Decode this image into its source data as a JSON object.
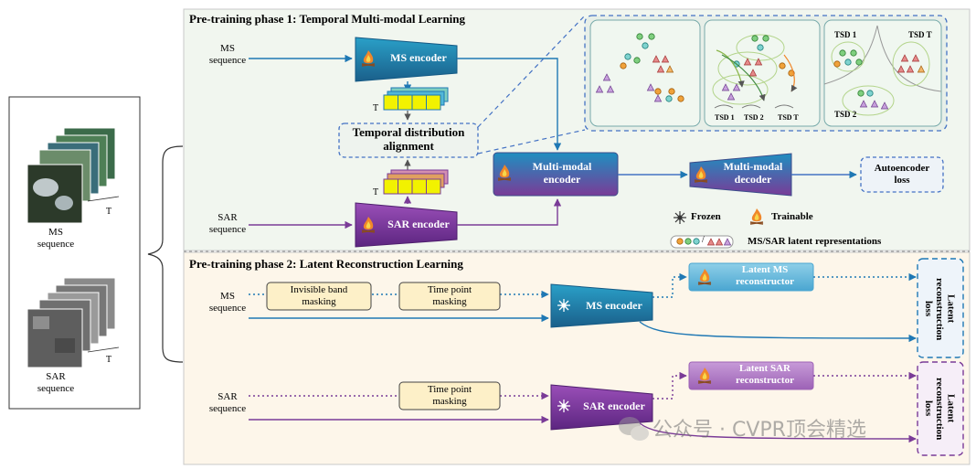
{
  "left_panel": {
    "ms_label": "MS\nsequence",
    "sar_label": "SAR\nsequence",
    "t_ms": "T",
    "t_sar": "T"
  },
  "phase1": {
    "title": "Pre-training phase 1: Temporal Multi-modal Learning",
    "ms_input": "MS\nsequence",
    "sar_input": "SAR\nsequence",
    "ms_encoder": "MS encoder",
    "sar_encoder": "SAR encoder",
    "t_ms": "T",
    "t_sar": "T",
    "tda": "Temporal distribution\nalignment",
    "mm_encoder": "Multi-modal\nencoder",
    "mm_decoder": "Multi-modal\ndecoder",
    "ae_loss": "Autoencoder\nloss",
    "frozen": "Frozen",
    "trainable": "Trainable",
    "latent_legend": "MS/SAR latent representations",
    "legend_slash": "/",
    "tsd_1": "TSD 1",
    "tsd_2": "TSD 2",
    "tsd_t": "TSD T",
    "tsd_cap_1": "TSD 1",
    "tsd_cap_2": "TSD 2",
    "tsd_cap_t": "TSD T"
  },
  "phase2": {
    "title": "Pre-training phase 2: Latent Reconstruction Learning",
    "ms_input": "MS\nsequence",
    "sar_input": "SAR\nsequence",
    "invisible_band": "Invisible band\nmasking",
    "time_point_ms": "Time point\nmasking",
    "time_point_sar": "Time point\nmasking",
    "ms_encoder": "MS encoder",
    "sar_encoder": "SAR encoder",
    "latent_ms": "Latent MS\nreconstructor",
    "latent_sar": "Latent SAR\nreconstructor",
    "loss_ms": "Latent\nreconstruction\nloss",
    "loss_sar": "Latent\nreconstruction\nloss"
  },
  "watermark": "公众号 · CVPR顶会精选",
  "colors": {
    "ms_blue": "#1f78b4",
    "sar_purple": "#7a3b97",
    "phase1_bg": "#f1f6ef",
    "phase2_bg": "#fdf6ea",
    "yellow": "#f2f200",
    "dashed_blue": "#4472c4"
  },
  "icons": [
    "fire-icon",
    "snowflake-icon",
    "satellite-image-stack",
    "cluster-plot"
  ]
}
